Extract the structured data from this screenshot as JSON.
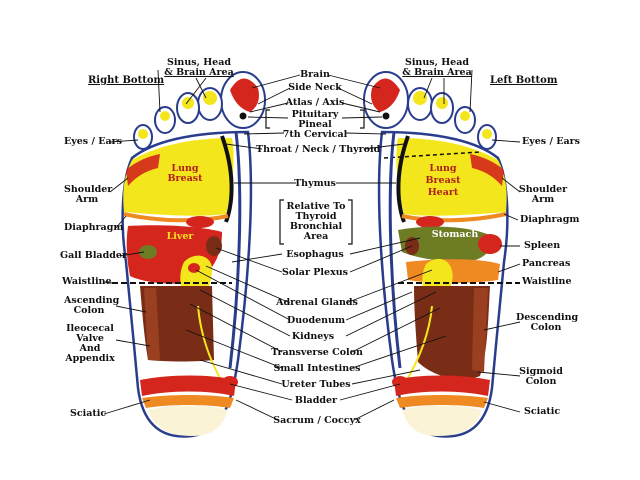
{
  "colors": {
    "outline": "#2a3c8c",
    "yellow": "#f4e61c",
    "red": "#d4261c",
    "orange": "#ef8a22",
    "brown": "#7a2d16",
    "olive": "#6e7c24",
    "cream": "#fbf3d6",
    "black": "#111111"
  },
  "right_foot": {
    "title": "Right Bottom",
    "sinus": "Sinus, Head",
    "sinus2": "& Brain Area",
    "eyes": "Eyes / Ears",
    "shoulder": "Shoulder",
    "shoulder2": "Arm",
    "diaphragm": "Diaphragm",
    "gall": "Gall Bladder",
    "waist": "Waistline",
    "asc": "Ascending",
    "asc2": "Colon",
    "ileo": "Ileocecal",
    "ileo2": "Valve",
    "ileo3": "And",
    "ileo4": "Appendix",
    "sciatic": "Sciatic",
    "lung": "Lung",
    "breast": "Breast",
    "liver": "Liver"
  },
  "left_foot": {
    "title": "Left Bottom",
    "sinus": "Sinus, Head",
    "sinus2": "& Brain Area",
    "eyes": "Eyes / Ears",
    "shoulder": "Shoulder",
    "shoulder2": "Arm",
    "diaphragm": "Diaphragm",
    "spleen": "Spleen",
    "pancreas": "Pancreas",
    "waist": "Waistline",
    "desc": "Descending",
    "desc2": "Colon",
    "sigmoid": "Sigmoid",
    "sigmoid2": "Colon",
    "sciatic": "Sciatic",
    "lung": "Lung",
    "breast": "Breast",
    "heart": "Heart",
    "stomach": "Stomach"
  },
  "center": {
    "brain": "Brain",
    "side_neck": "Side Neck",
    "atlas": "Atlas / Axis",
    "pituitary": "Pituitary",
    "pineal": "Pineal",
    "cervical": "7th Cervical",
    "throat": "Throat / Neck / Thyroid",
    "thymus": "Thymus",
    "relative1": "Relative To",
    "relative2": "Thyroid",
    "relative3": "Bronchial",
    "relative4": "Area",
    "esophagus": "Esophagus",
    "solar": "Solar Plexus",
    "adrenal": "Adrenal Glands",
    "duodenum": "Duodenum",
    "kidneys": "Kidneys",
    "transverse": "Transverse Colon",
    "small": "Small Intestines",
    "ureter": "Ureter Tubes",
    "bladder": "Bladder",
    "sacrum": "Sacrum / Coccyx"
  }
}
